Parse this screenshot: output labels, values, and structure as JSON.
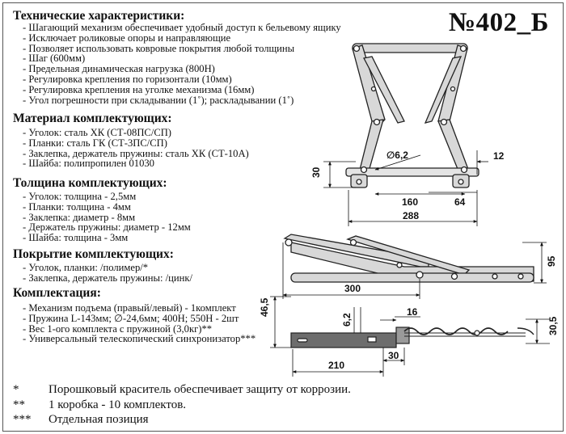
{
  "model": "№402_Б",
  "specs": {
    "title": "Технические характеристики:",
    "items": [
      "Шагающий механизм обеспечивает удобный доступ к бельевому ящику",
      "Исключает роликовые опоры и направляющие",
      "Позволяет использовать ковровые покрытия любой толщины",
      "Шаг (600мм)",
      "Предельная динамическая нагрузка (800Н)",
      "Регулировка крепления по горизонтали (10мм)",
      "Регулировка крепления на уголке механизма (16мм)",
      "Угол погрешности при складывании (1˚); раскладывании (1˚)"
    ]
  },
  "material": {
    "title": "Материал комплектующих:",
    "items": [
      "Уголок: сталь ХК (СТ-08ПС/СП)",
      "Планки: сталь ГК (СТ-3ПС/СП)",
      "Заклепка, держатель пружины: сталь ХК (СТ-10А)",
      "Шайба: полипропилен 01030"
    ]
  },
  "thickness": {
    "title": "Толщина комплектующих:",
    "items": [
      "Уголок: толщина - 2,5мм",
      "Планки: толщина - 4мм",
      "Заклепка: диаметр - 8мм",
      "Держатель пружины: диаметр - 12мм",
      "Шайба: толщина - 3мм"
    ]
  },
  "coating": {
    "title": "Покрытие комплектующих:",
    "items": [
      "Уголок, планки: /полимер/*",
      "Заклепка, держатель пружины: /цинк/"
    ]
  },
  "kit": {
    "title": "Комплектация:",
    "items": [
      "Механизм подъема (правый/левый) - 1комплект",
      "Пружина L-143мм; ∅-24,6мм; 400Н; 550Н - 2шт",
      "Вес 1-ого комплекта с пружиной (3,0кг)**",
      "Универсальный телескопический синхронизатор***"
    ]
  },
  "notes": [
    {
      "mark": "*",
      "text": "Порошковый краситель обеспечивает защиту от коррозии."
    },
    {
      "mark": "**",
      "text": "1 коробка - 10 комплектов."
    },
    {
      "mark": "***",
      "text": "Отдельная позиция"
    }
  ],
  "dimensions": {
    "top_diam": "∅6,2",
    "top_12": "12",
    "top_30": "30",
    "top_160": "160",
    "top_64": "64",
    "top_288": "288",
    "mid_95": "95",
    "mid_300": "300",
    "bot_46_5": "46,5",
    "bot_6_2": "6,2",
    "bot_16": "16",
    "bot_30_5": "30,5",
    "bot_30": "30",
    "bot_210": "210"
  },
  "colors": {
    "metal": "#d6d6d6",
    "metal_dark": "#7a7a7a",
    "line": "#222222"
  }
}
